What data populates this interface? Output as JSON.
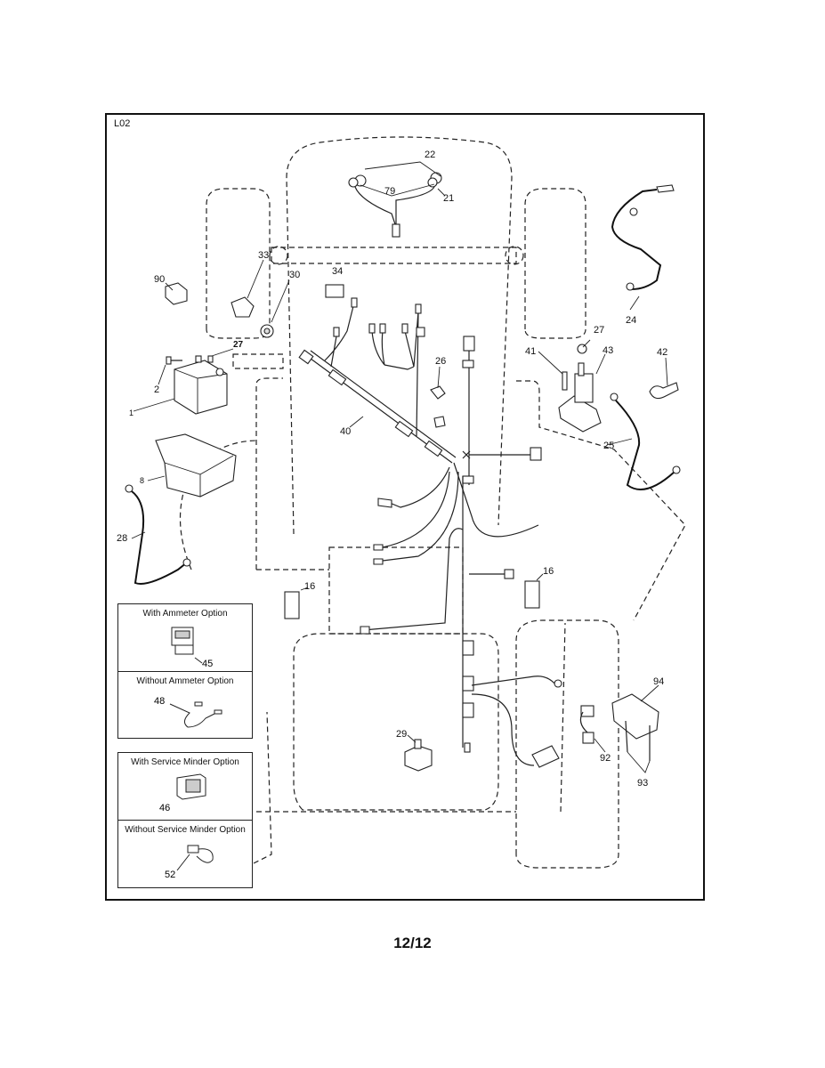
{
  "diagram": {
    "id_label": "L02",
    "page_number": "12/12"
  },
  "callouts": [
    {
      "name": "callout-22",
      "text": "22"
    },
    {
      "name": "callout-79",
      "text": "79"
    },
    {
      "name": "callout-21",
      "text": "21"
    },
    {
      "name": "callout-33",
      "text": "33"
    },
    {
      "name": "callout-30",
      "text": "30"
    },
    {
      "name": "callout-90",
      "text": "90"
    },
    {
      "name": "callout-34",
      "text": "34"
    },
    {
      "name": "callout-27-battery",
      "text": "27"
    },
    {
      "name": "callout-2",
      "text": "2"
    },
    {
      "name": "callout-1",
      "text": "1"
    },
    {
      "name": "callout-26",
      "text": "26"
    },
    {
      "name": "callout-40",
      "text": "40"
    },
    {
      "name": "callout-8",
      "text": "8"
    },
    {
      "name": "callout-28",
      "text": "28"
    },
    {
      "name": "callout-24",
      "text": "24"
    },
    {
      "name": "callout-27-solenoid",
      "text": "27"
    },
    {
      "name": "callout-41",
      "text": "41"
    },
    {
      "name": "callout-43",
      "text": "43"
    },
    {
      "name": "callout-42",
      "text": "42"
    },
    {
      "name": "callout-25",
      "text": "25"
    },
    {
      "name": "callout-16-left",
      "text": "16"
    },
    {
      "name": "callout-16-right",
      "text": "16"
    },
    {
      "name": "callout-29",
      "text": "29"
    },
    {
      "name": "callout-94",
      "text": "94"
    },
    {
      "name": "callout-92",
      "text": "92"
    },
    {
      "name": "callout-93",
      "text": "93"
    }
  ],
  "option_boxes": [
    {
      "cells": [
        {
          "title": "With Ammeter Option",
          "part": "45"
        },
        {
          "title": "Without Ammeter Option",
          "part": "48"
        }
      ]
    },
    {
      "cells": [
        {
          "title": "With Service Minder Option",
          "part": "46"
        },
        {
          "title": "Without Service Minder Option",
          "part": "52"
        }
      ]
    }
  ]
}
